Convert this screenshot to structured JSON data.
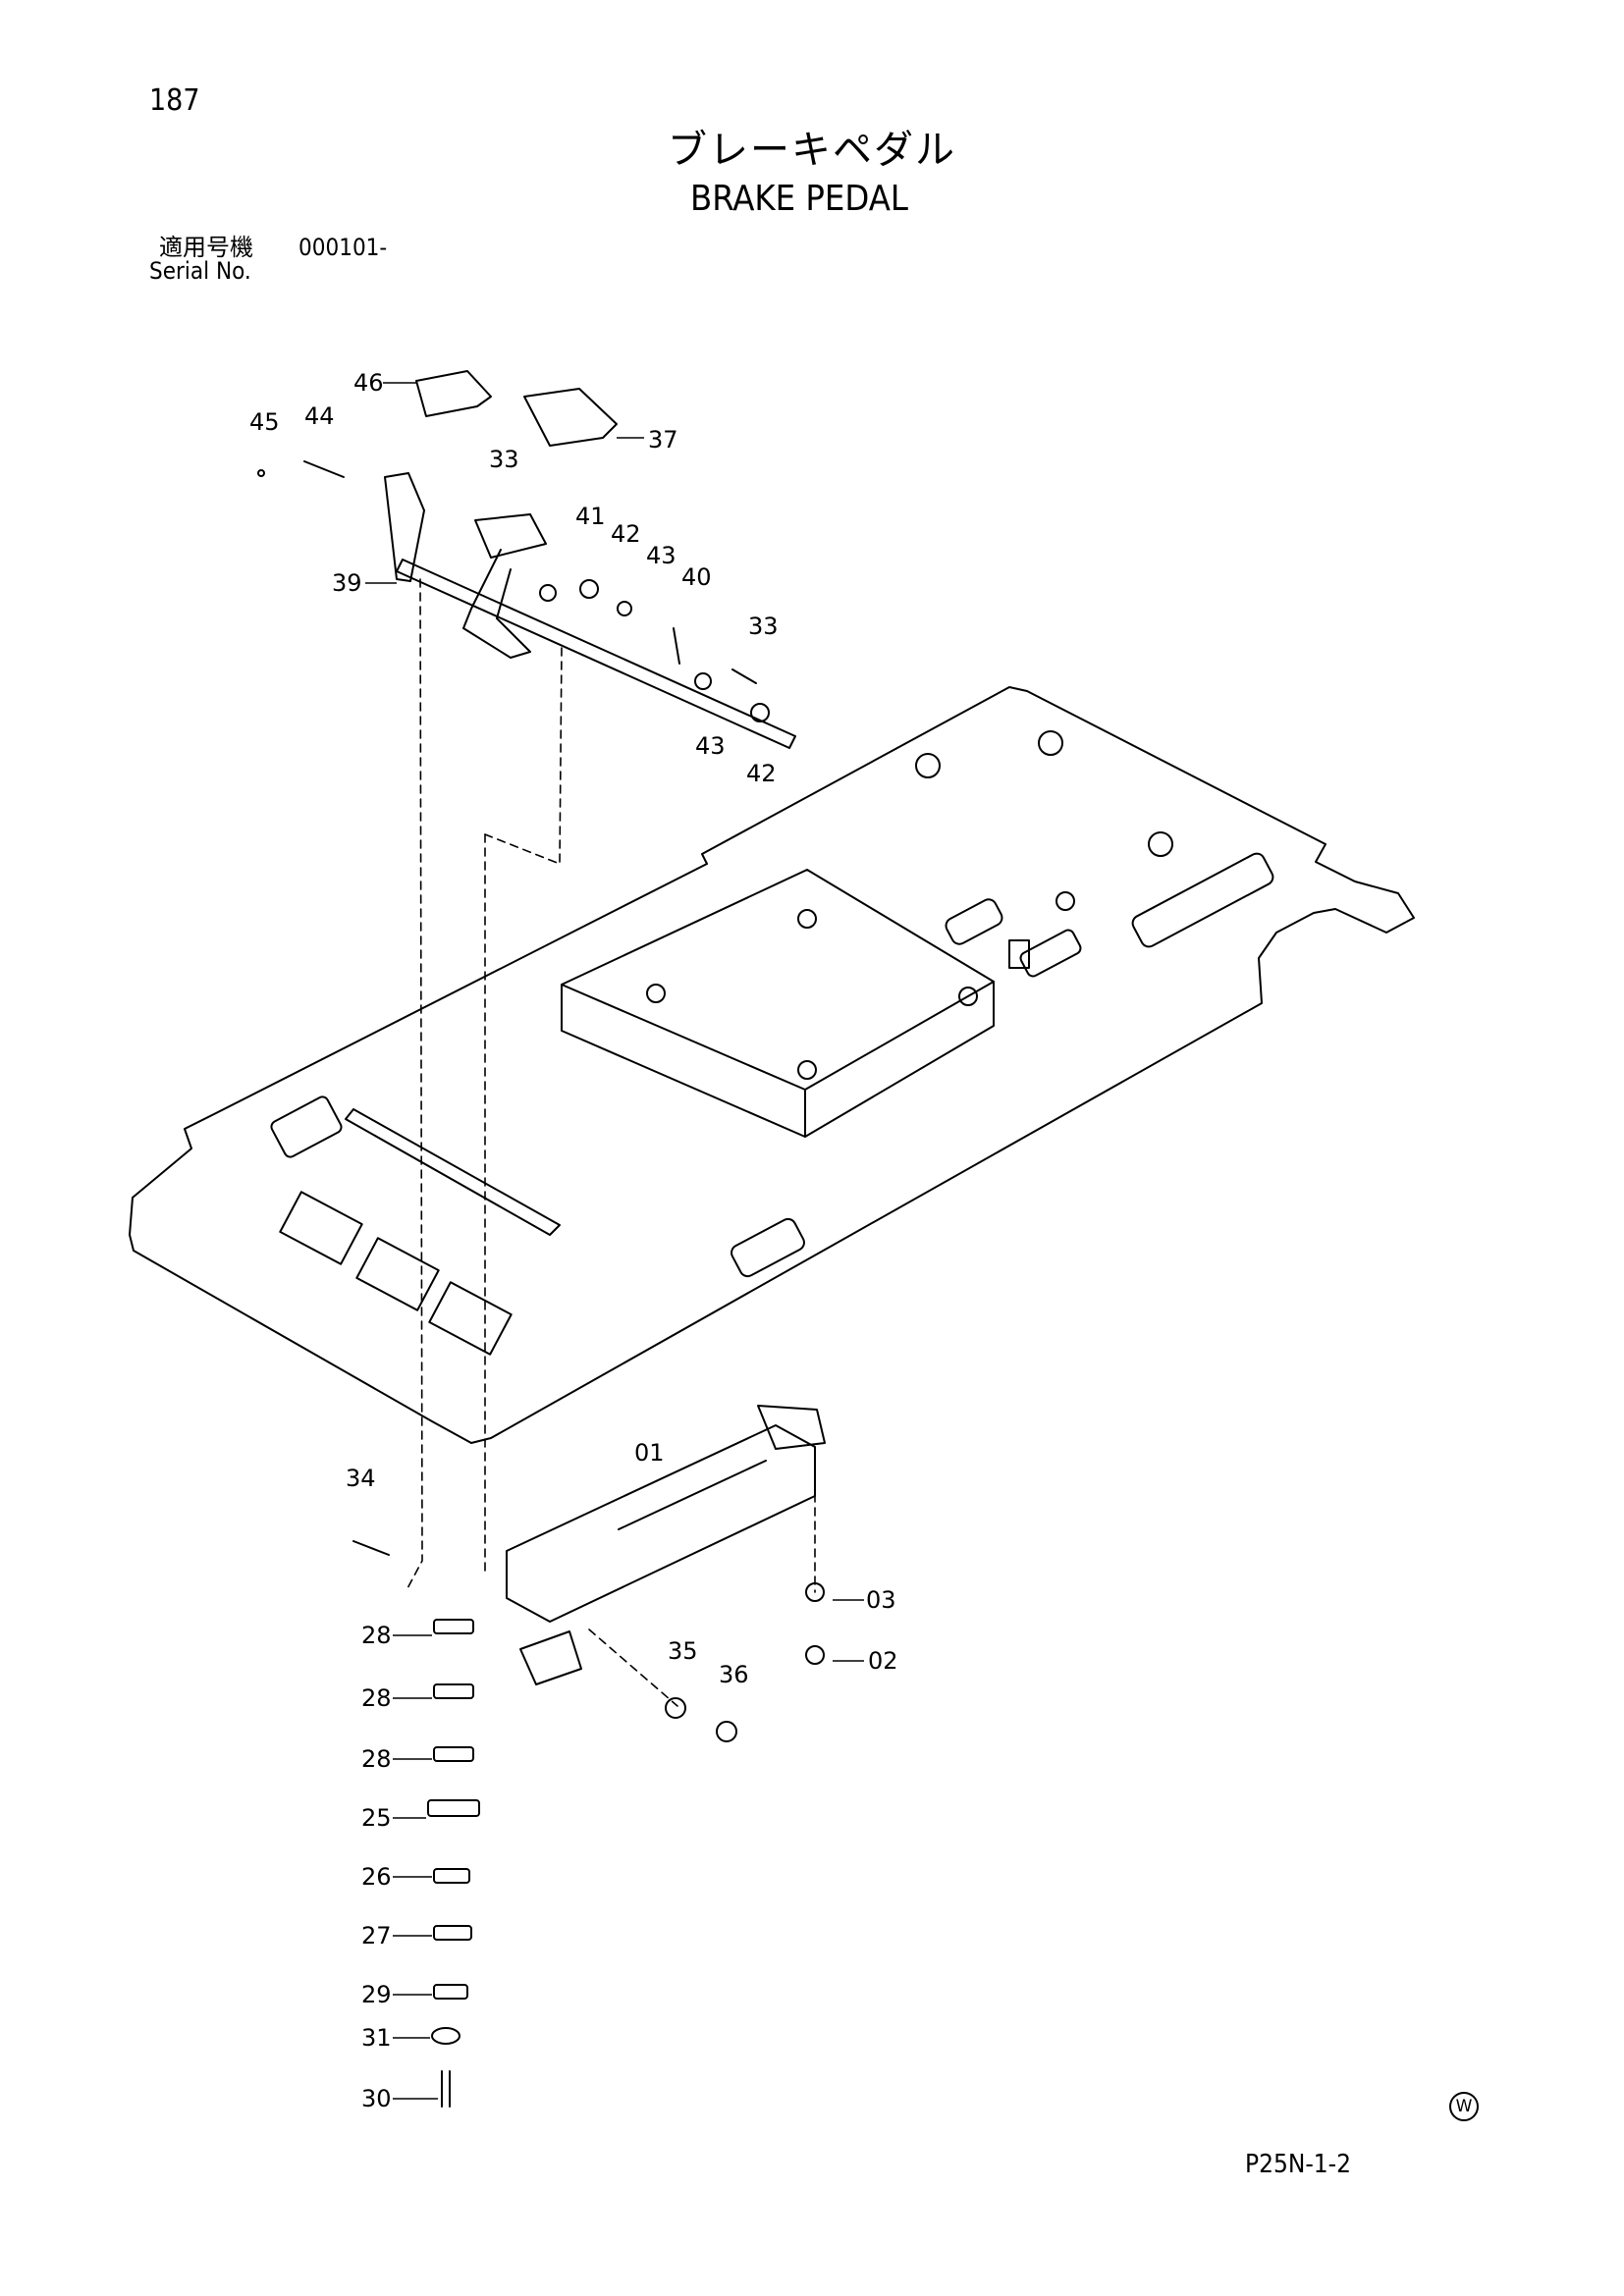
{
  "header": {
    "page_number": "187",
    "title_jp": "ブレーキペダル",
    "title_en": "BRAKE PEDAL",
    "serial_label_jp": "適用号機",
    "serial_value": "000101-",
    "serial_label_en": "Serial No."
  },
  "footer": {
    "drawing_code": "P25N-1-2",
    "mark": "W"
  },
  "part_labels": [
    "46",
    "37",
    "45",
    "44",
    "33",
    "41",
    "42",
    "43",
    "40",
    "39",
    "33",
    "43",
    "42",
    "01",
    "34",
    "03",
    "02",
    "35",
    "36",
    "28",
    "28",
    "28",
    "25",
    "26",
    "27",
    "29",
    "31",
    "30"
  ]
}
